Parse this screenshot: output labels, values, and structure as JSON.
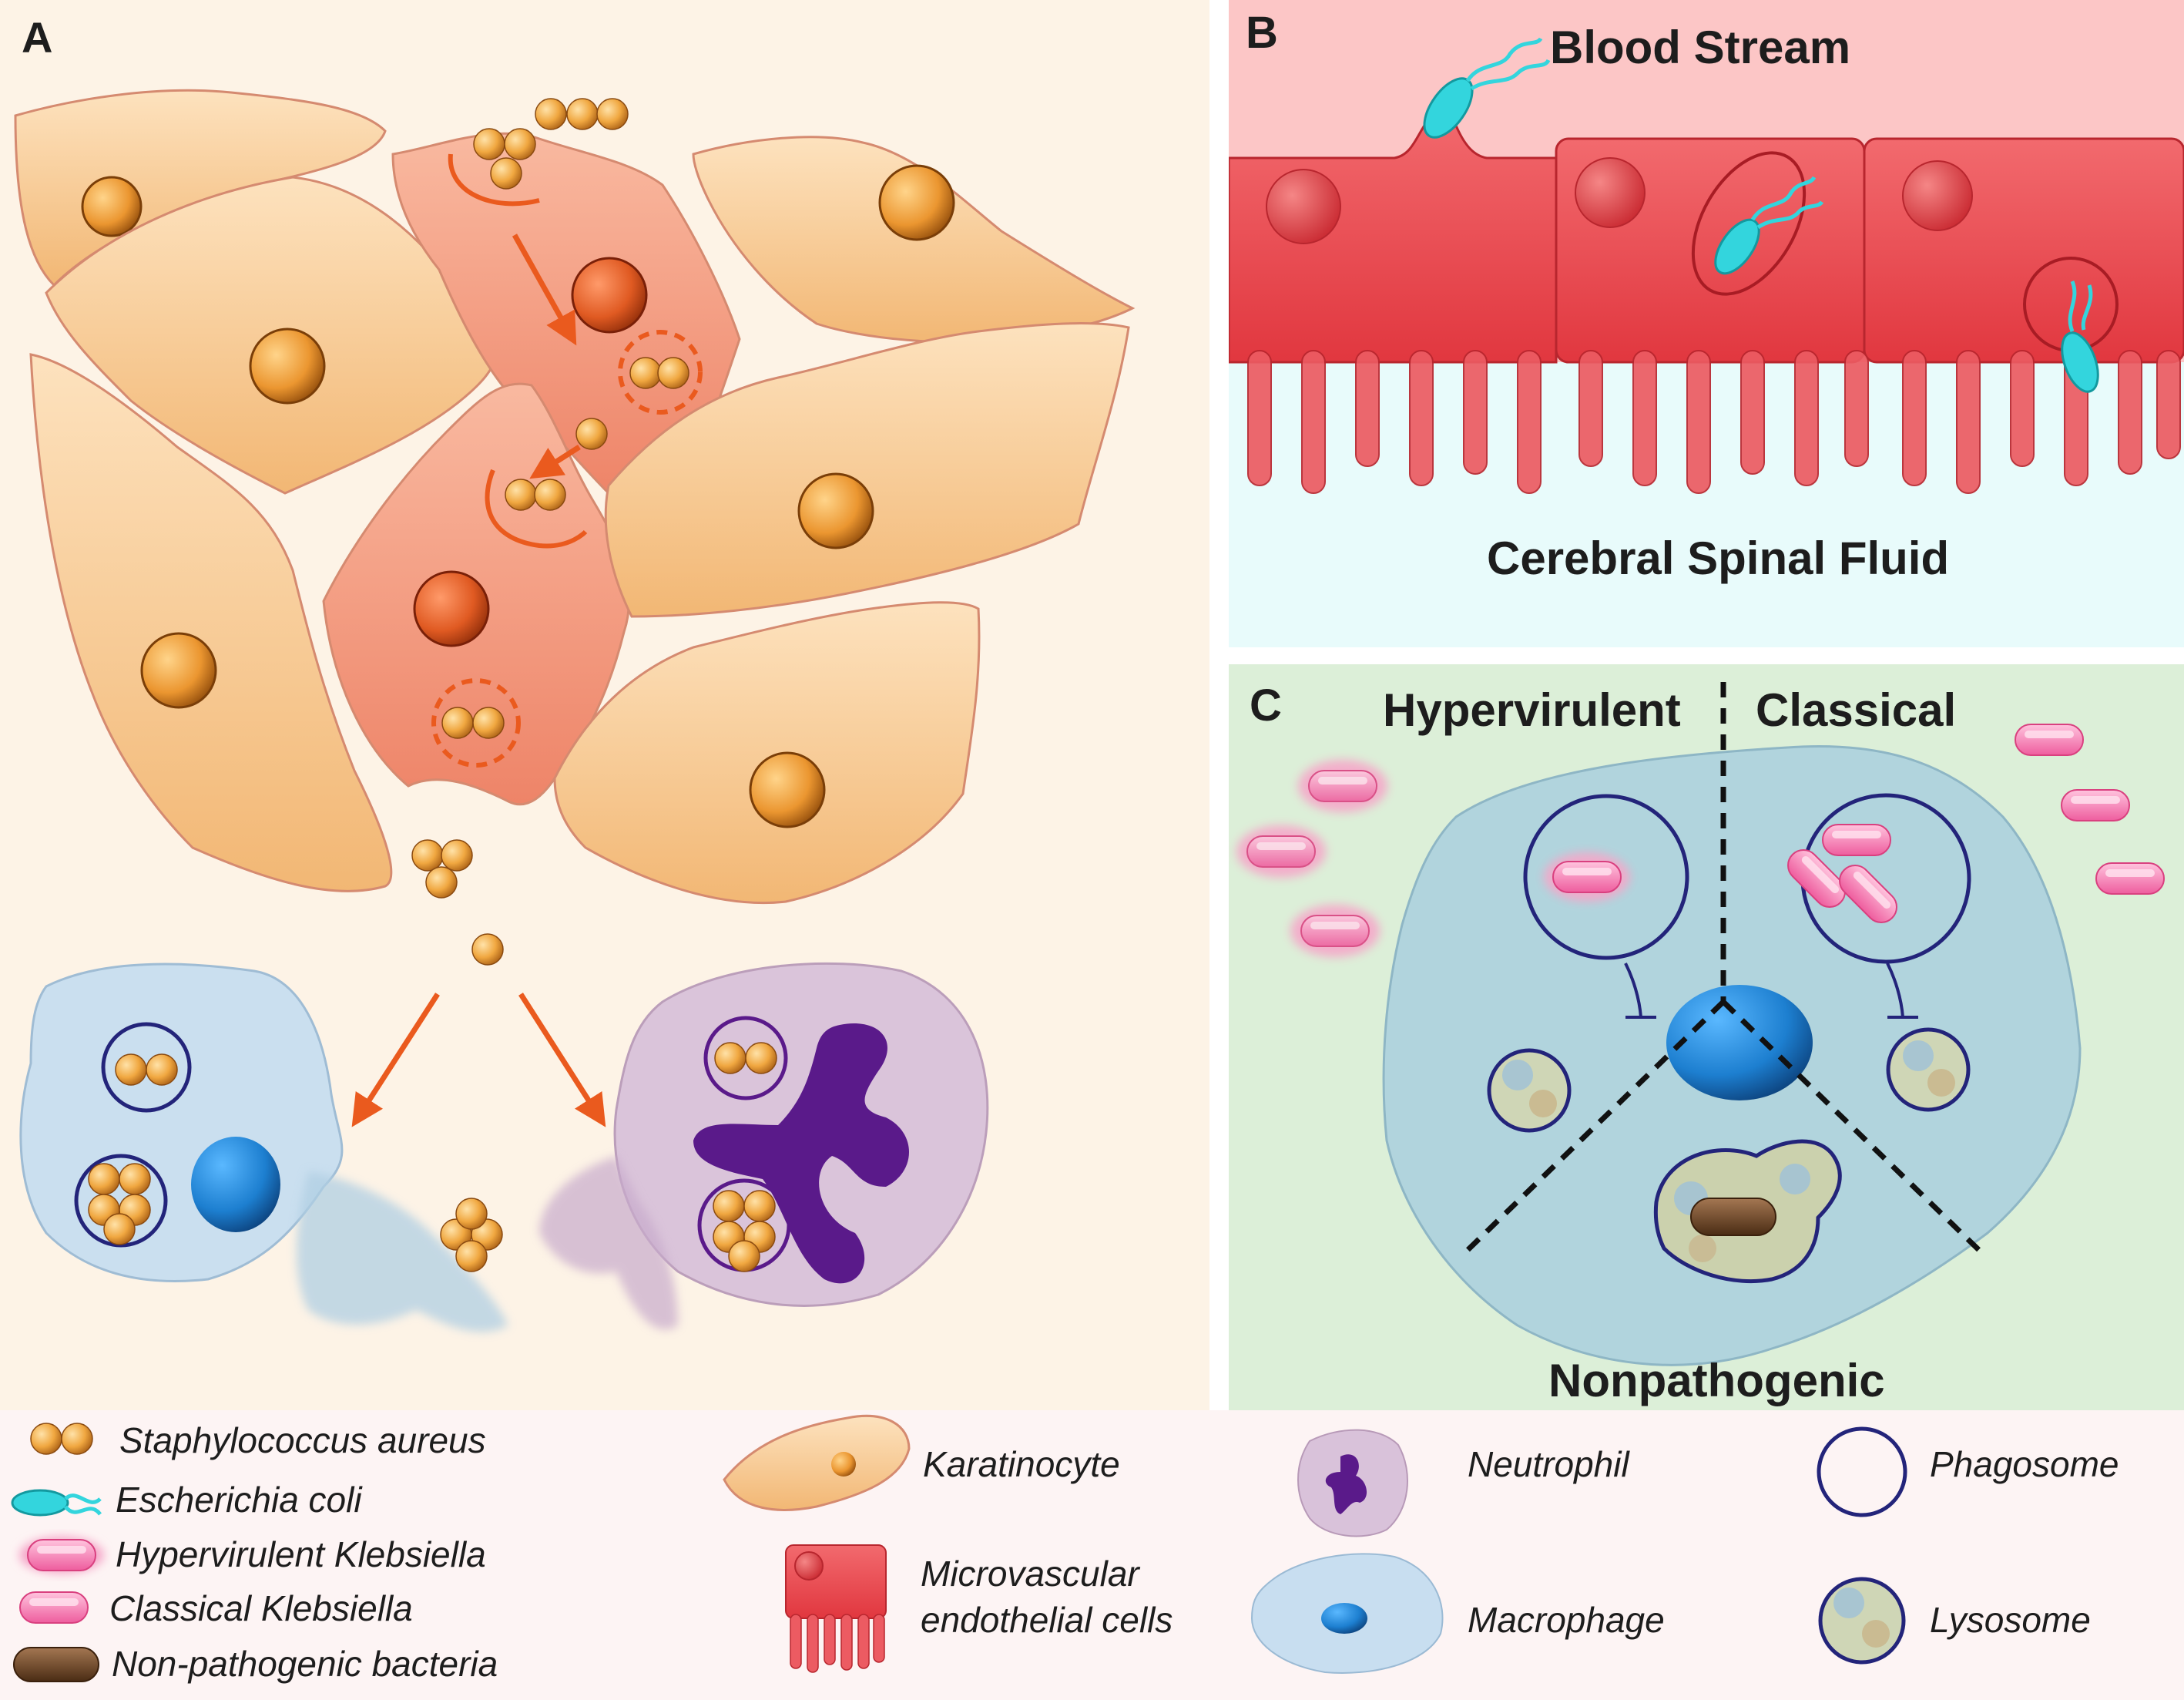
{
  "colors": {
    "panel_a_bg": "#fdf3e6",
    "panel_b_blood": "#fcc6c6",
    "panel_b_csf": "#e8fbfb",
    "panel_c_bg": "#dcefd8",
    "legend_bg": "#fdf4f4",
    "keratinocyte": "#f6c892",
    "infected_cell": "#f09a80",
    "endothelial": "#ec4d52",
    "ecoli": "#33d5dd",
    "staph": "#f0a740",
    "macrophage": "#b9d8ea",
    "macrophage_nucleus": "#1d7fd0",
    "neutrophil": "#d9bfd6",
    "neutrophil_nucleus": "#5a1a8a",
    "klebsiella": "#f27ab2",
    "phagosome_ring": "#23247a",
    "arrow": "#ea5a1e",
    "nonpathogenic": "#6b4428"
  },
  "panels": {
    "a": {
      "letter": "A"
    },
    "b": {
      "letter": "B",
      "top_label": "Blood Stream",
      "bottom_label": "Cerebral Spinal Fluid"
    },
    "c": {
      "letter": "C",
      "left_label": "Hypervirulent",
      "right_label": "Classical",
      "bottom_label": "Nonpathogenic"
    }
  },
  "legend": {
    "staph": "Staphylococcus aureus",
    "ecoli": "Escherichia coli",
    "hyper_kleb": "Hypervirulent Klebsiella",
    "classical_kleb": "Classical Klebsiella",
    "nonpath": "Non-pathogenic bacteria",
    "keratinocyte": "Karatinocyte",
    "endothelial_1": "Microvascular",
    "endothelial_2": "endothelial cells",
    "neutrophil": "Neutrophil",
    "macrophage": "Macrophage",
    "phagosome": "Phagosome",
    "lysosome": "Lysosome"
  }
}
